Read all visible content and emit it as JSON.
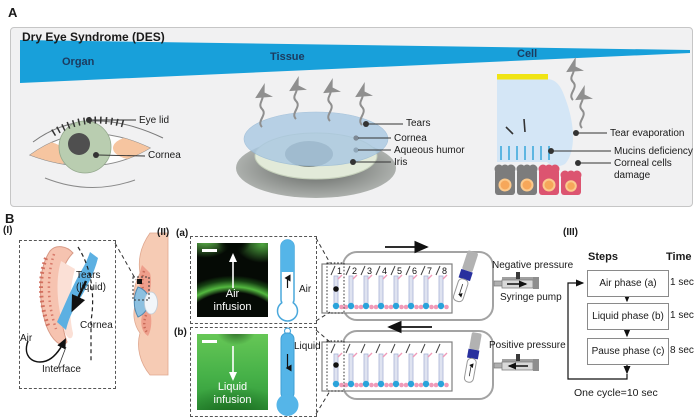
{
  "panel_a": {
    "label": "A",
    "title": "Dry Eye Syndrome (DES)",
    "scale": {
      "organ": "Organ",
      "tissue": "Tissue",
      "cell": "Cell"
    },
    "organ_labels": {
      "eyelid": "Eye lid",
      "cornea": "Cornea"
    },
    "tissue_labels": {
      "tears": "Tears",
      "cornea": "Cornea",
      "aqueous_humor": "Aqueous humor",
      "iris": "Iris"
    },
    "cell_labels": {
      "tear_evaporation": "Tear evaporation",
      "mucins_deficiency": "Mucins deficiency",
      "corneal_cells_damage": "Corneal cells damage"
    }
  },
  "panel_b": {
    "label": "B",
    "section_i": {
      "label": "(I)",
      "tears_liquid": "Tears (liquid)",
      "cornea": "Cornea",
      "air": "Air",
      "interface": "Interface"
    },
    "section_ii": {
      "label": "(II)",
      "a_label": "(a)",
      "b_label": "(b)",
      "air_infusion": "Air infusion",
      "liquid_infusion": "Liquid infusion",
      "air": "Air",
      "liquid": "Liquid",
      "channels": [
        "1",
        "2",
        "3",
        "4",
        "5",
        "6",
        "7",
        "8"
      ],
      "negative_pressure": "Negative pressure",
      "syringe_pump": "Syringe pump",
      "positive_pressure": "Positive pressure"
    },
    "section_iii": {
      "label": "(III)",
      "steps_header": "Steps",
      "time_header": "Time",
      "steps": [
        {
          "name": "Air phase (a)",
          "time": "1 sec"
        },
        {
          "name": "Liquid phase (b)",
          "time": "1 sec"
        },
        {
          "name": "Pause phase (c)",
          "time": "8 sec"
        }
      ],
      "cycle": "One cycle=10 sec"
    }
  },
  "colors": {
    "wedge_blue": "#18a0da",
    "scale_text": "#1c3a5e",
    "tube_blue": "#55b5e8",
    "channel_dot_blue": "#2aa3da",
    "channel_dot_pink": "#f09ab8",
    "cell_gray": "#7c7c7c",
    "cell_pink": "#dc5470",
    "nucleus_orange": "#f6a75a",
    "lipid_yellow": "#f0e414",
    "fluorescent_green": "#46b148",
    "panel_bg": "#f1f1f2"
  }
}
